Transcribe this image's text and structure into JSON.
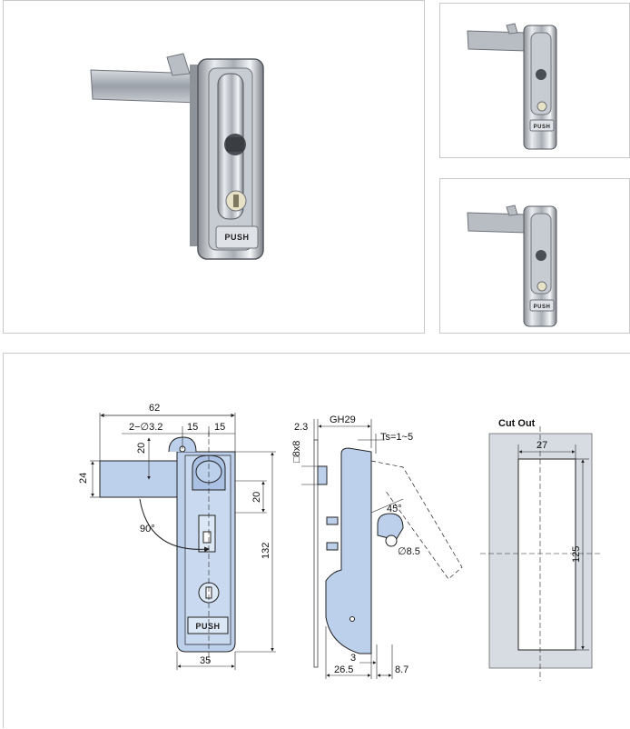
{
  "photo_main": {
    "push_label": "PUSH"
  },
  "thumbnails": [
    {
      "push_label": "PUSH"
    },
    {
      "push_label": "PUSH"
    }
  ],
  "drawing": {
    "front": {
      "overall_width": "62",
      "hole_spec": "2−∅3.2",
      "spacing_a": "15",
      "spacing_b": "15",
      "hole_offset": "20",
      "handle_height": "24",
      "rotation": "90°",
      "side_offset": "20",
      "height": "132",
      "body_width": "35",
      "push_label": "PUSH"
    },
    "side": {
      "dim_left": "2.3",
      "gh": "GH29",
      "ts": "Ts=1~5",
      "square": "□8x8",
      "angle": "45°",
      "hole_dia": "∅8.5",
      "bottom_a": "3",
      "bottom_b": "26.5",
      "bottom_c": "8.7"
    },
    "cutout": {
      "title": "Cut Out",
      "width": "27",
      "height": "125"
    }
  },
  "colors": {
    "drawing_fill": "#bcd0ec",
    "cutout_bg": "#d7dce3",
    "stroke": "#222222"
  }
}
